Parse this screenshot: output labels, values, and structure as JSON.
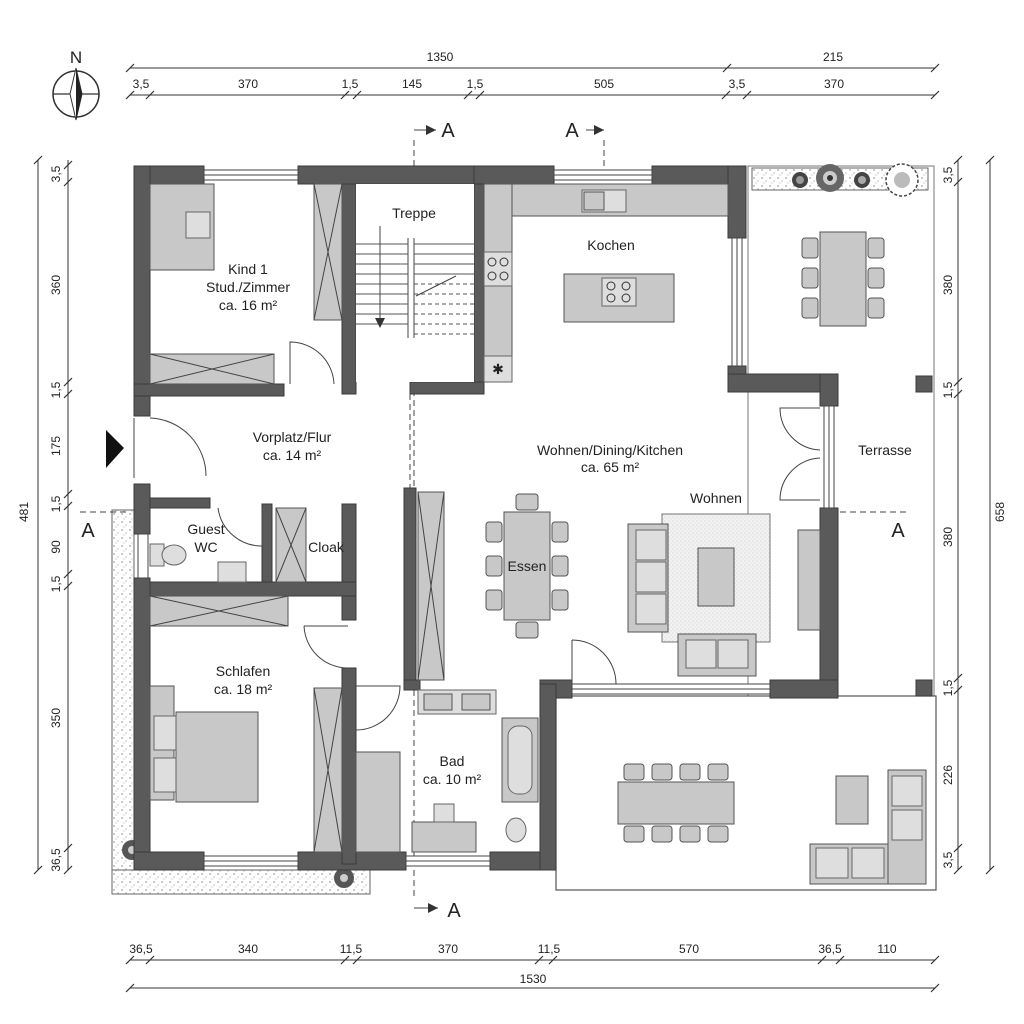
{
  "compass": {
    "label": "N"
  },
  "dimensions": {
    "top_overall": "1350",
    "top_terrace": "215",
    "top_segments": [
      "3,5",
      "370",
      "1,5",
      "145",
      "1,5",
      "505",
      "3,5",
      "370"
    ],
    "bottom_segments": [
      "36,5",
      "340",
      "11,5",
      "370",
      "11,5",
      "570",
      "36,5",
      "110"
    ],
    "bottom_overall": "1530",
    "left_overall": "481",
    "left_segments": [
      "3,5",
      "360",
      "1,5",
      "175",
      "1,5",
      "90",
      "1,5",
      "350",
      "36,5"
    ],
    "right_overall": "658",
    "right_segments": [
      "3,5",
      "380",
      "1,5",
      "380",
      "1,5",
      "226",
      "3,5"
    ]
  },
  "section_marks": {
    "label": "A"
  },
  "rooms": {
    "kind1": {
      "name": "Kind 1",
      "name2": "Stud./Zimmer",
      "area": "ca. 16 m²"
    },
    "treppe": {
      "name": "Treppe"
    },
    "kochen": {
      "name": "Kochen"
    },
    "vorplatz": {
      "name": "Vorplatz/Flur",
      "area": "ca. 14 m²"
    },
    "wohnen_dining": {
      "name": "Wohnen/Dining/Kitchen",
      "area": "ca. 65 m²"
    },
    "wohnen": {
      "name": "Wohnen"
    },
    "essen": {
      "name": "Essen"
    },
    "terrasse": {
      "name": "Terrasse"
    },
    "guest_wc": {
      "name": "Guest",
      "name2": "WC"
    },
    "cloak": {
      "name": "Cloak"
    },
    "schlafen": {
      "name": "Schlafen",
      "area": "ca. 18 m²"
    },
    "bad": {
      "name": "Bad",
      "area": "ca. 10 m²"
    }
  }
}
